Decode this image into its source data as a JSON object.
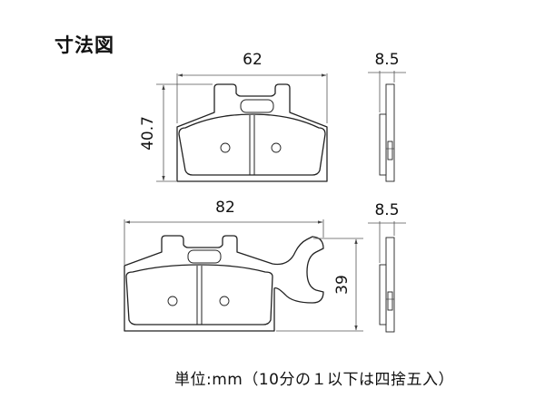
{
  "title": "寸法図",
  "top_pad": {
    "width_label": "62",
    "height_label": "40.7",
    "thickness_label": "8.5"
  },
  "bottom_pad": {
    "width_label": "82",
    "height_label": "39",
    "thickness_label": "8.5"
  },
  "unit_note": "単位:mm（10分の１以下は四捨五入）"
}
